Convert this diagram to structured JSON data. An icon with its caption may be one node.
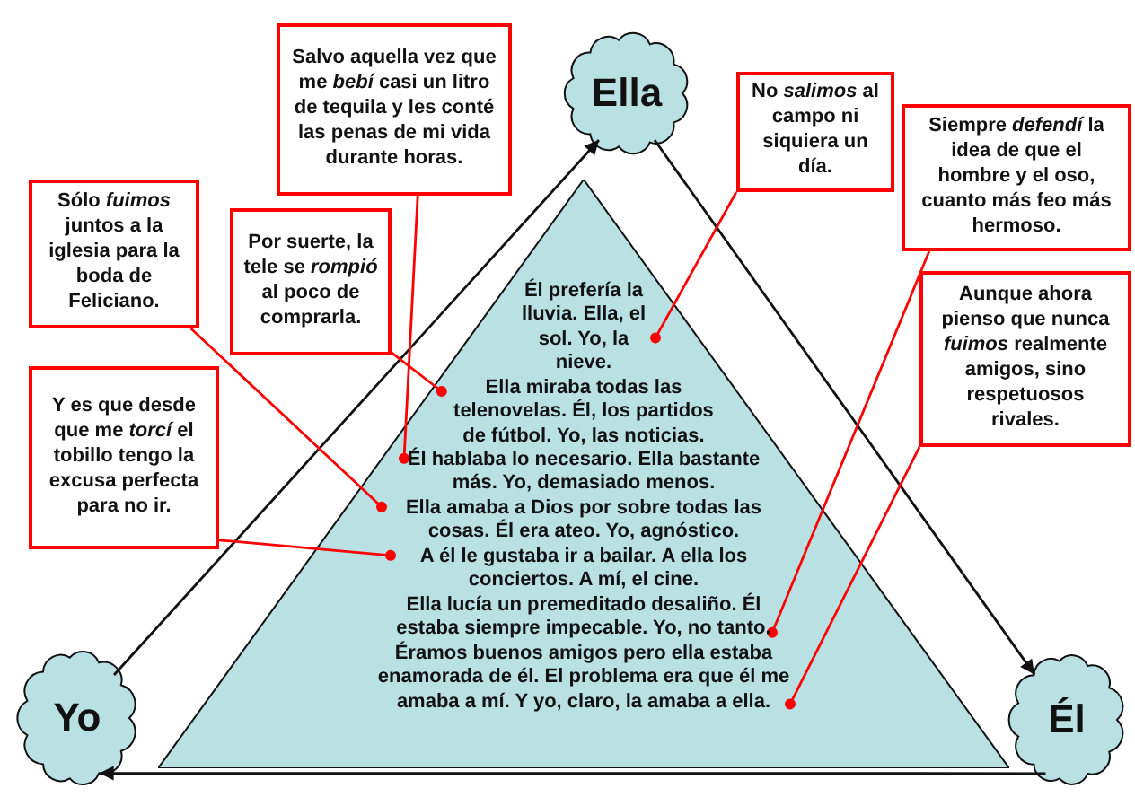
{
  "diagram": {
    "nodes": [
      {
        "text": [
          "Salvo aquella vez que me *bebí* casi un litro de tequila y les conté las penas de mi vida durante horas."
        ]
      },
      {
        "text": [
          "Ella"
        ]
      },
      {
        "text": [
          "No *salimos* al campo ni siquiera un día."
        ]
      },
      {
        "text": [
          "Sólo *fuimos* juntos a la iglesia para la boda de Feliciano."
        ]
      },
      {
        "text": [
          "Siempre *defendí* la idea de que el hombre y el oso, cuanto más feo más hermoso."
        ]
      },
      {
        "text": [
          "Por suerte, la tele se *rompió* al poco de comprarla."
        ]
      },
      {
        "text": [
          "Aunque ahora pienso que nunca *fuimos* realmente amigos, sino respetuosos rivales."
        ]
      },
      {
        "text": [
          "Y es que desde que me *torcí* el tobillo tengo la excusa perfecta para no ir."
        ]
      },
      {
        "text": [],
        "shape": "triangle"
      },
      {
        "text": [
          "Él prefería la lluvia. Ella, el sol. Yo, la nieve."
        ],
        "in": 8
      },
      {
        "text": [
          "Ella miraba todas las telenovelas. Él, los partidos de fútbol. Yo, las noticias."
        ],
        "in": 8
      },
      {
        "text": [
          "Él hablaba lo necesario. Ella bastante más. Yo, demasiado menos."
        ],
        "in": 8
      },
      {
        "text": [
          "Ella amaba a Dios por sobre todas las cosas. Él era ateo. Yo, agnóstico."
        ],
        "in": 8
      },
      {
        "text": [
          "A él le gustaba ir a bailar. A ella los conciertos. A mí, el cine."
        ],
        "in": 8
      },
      {
        "text": [
          "Ella lucía un premeditado desaliño. Él estaba siempre impecable. Yo, no tanto."
        ],
        "in": 8
      },
      {
        "text": [
          "Éramos buenos amigos pero ella estaba enamorada de él. El problema era que él me amaba a mí. Y yo, claro, la amaba a ella."
        ],
        "in": 8
      },
      {
        "text": [
          "Yo"
        ]
      },
      {
        "text": [
          "Él"
        ]
      }
    ],
    "edges": [
      {
        "from": 16,
        "to": 1,
        "arrow": "to",
        "color": "#111111"
      },
      {
        "from": 1,
        "to": 17,
        "arrow": "to",
        "color": "#111111"
      },
      {
        "from": 17,
        "to": 16,
        "arrow": "to",
        "color": "#111111"
      },
      {
        "from": 0,
        "to": 11,
        "arrow": "other",
        "color": "#ff0000"
      },
      {
        "from": 5,
        "to": 10,
        "arrow": "other",
        "color": "#ff0000"
      },
      {
        "from": 2,
        "to": 9,
        "arrow": "other",
        "color": "#ff0000"
      },
      {
        "from": 3,
        "to": 12,
        "arrow": "other",
        "color": "#ff0000"
      },
      {
        "from": 7,
        "to": 13,
        "arrow": "other",
        "color": "#ff0000"
      },
      {
        "from": 4,
        "to": 14,
        "arrow": "other",
        "color": "#ff0000"
      },
      {
        "from": 6,
        "to": 15,
        "arrow": "other",
        "color": "#ff0000"
      }
    ]
  }
}
